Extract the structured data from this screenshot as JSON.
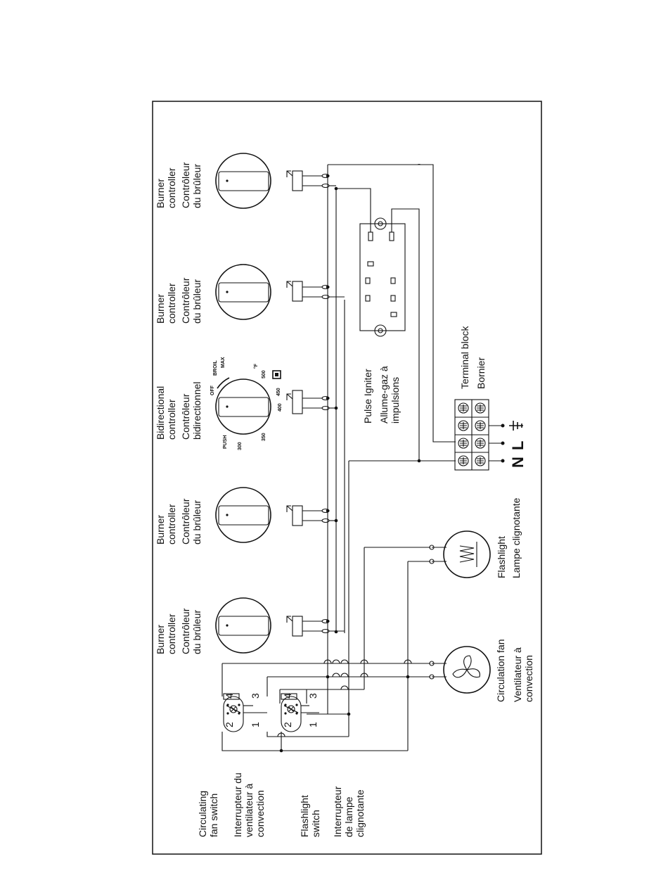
{
  "labels": {
    "burner": [
      "Burner",
      "controller",
      "Contrôleur",
      "du brûleur"
    ],
    "bidirectional": [
      "Bidirectional",
      "controller",
      "Contrôleur",
      "bidirectionnel"
    ],
    "pulse_igniter": [
      "Pulse Igniter",
      "Allume-gaz à",
      "impulsions"
    ],
    "terminal_block": [
      "Terminal block",
      "Bornier"
    ],
    "flashlight": [
      "Flashlight",
      "Lampe clignotante"
    ],
    "circulation_fan": [
      "Circulation fan",
      "Ventilateur à",
      "convection"
    ],
    "circulating_fan_switch": [
      "Circulating",
      "fan switch",
      "Interrupteur du",
      "ventilateur à",
      "convection"
    ],
    "flashlight_switch": [
      "Flashlight",
      "switch",
      "Interrupteur",
      "de lampe",
      "clignotante"
    ]
  },
  "dial_marks": {
    "push": "PUSH",
    "off": "OFF",
    "broil": "BROIL",
    "max": "MAX",
    "deg_f": "°F",
    "t300": "300",
    "t350": "350",
    "t400": "400",
    "t450": "450",
    "t500": "500"
  },
  "terminals": {
    "n": "N",
    "l": "L"
  },
  "switch_pins": {
    "p1": "1",
    "p2": "2",
    "p3": "3",
    "p4": "4"
  }
}
